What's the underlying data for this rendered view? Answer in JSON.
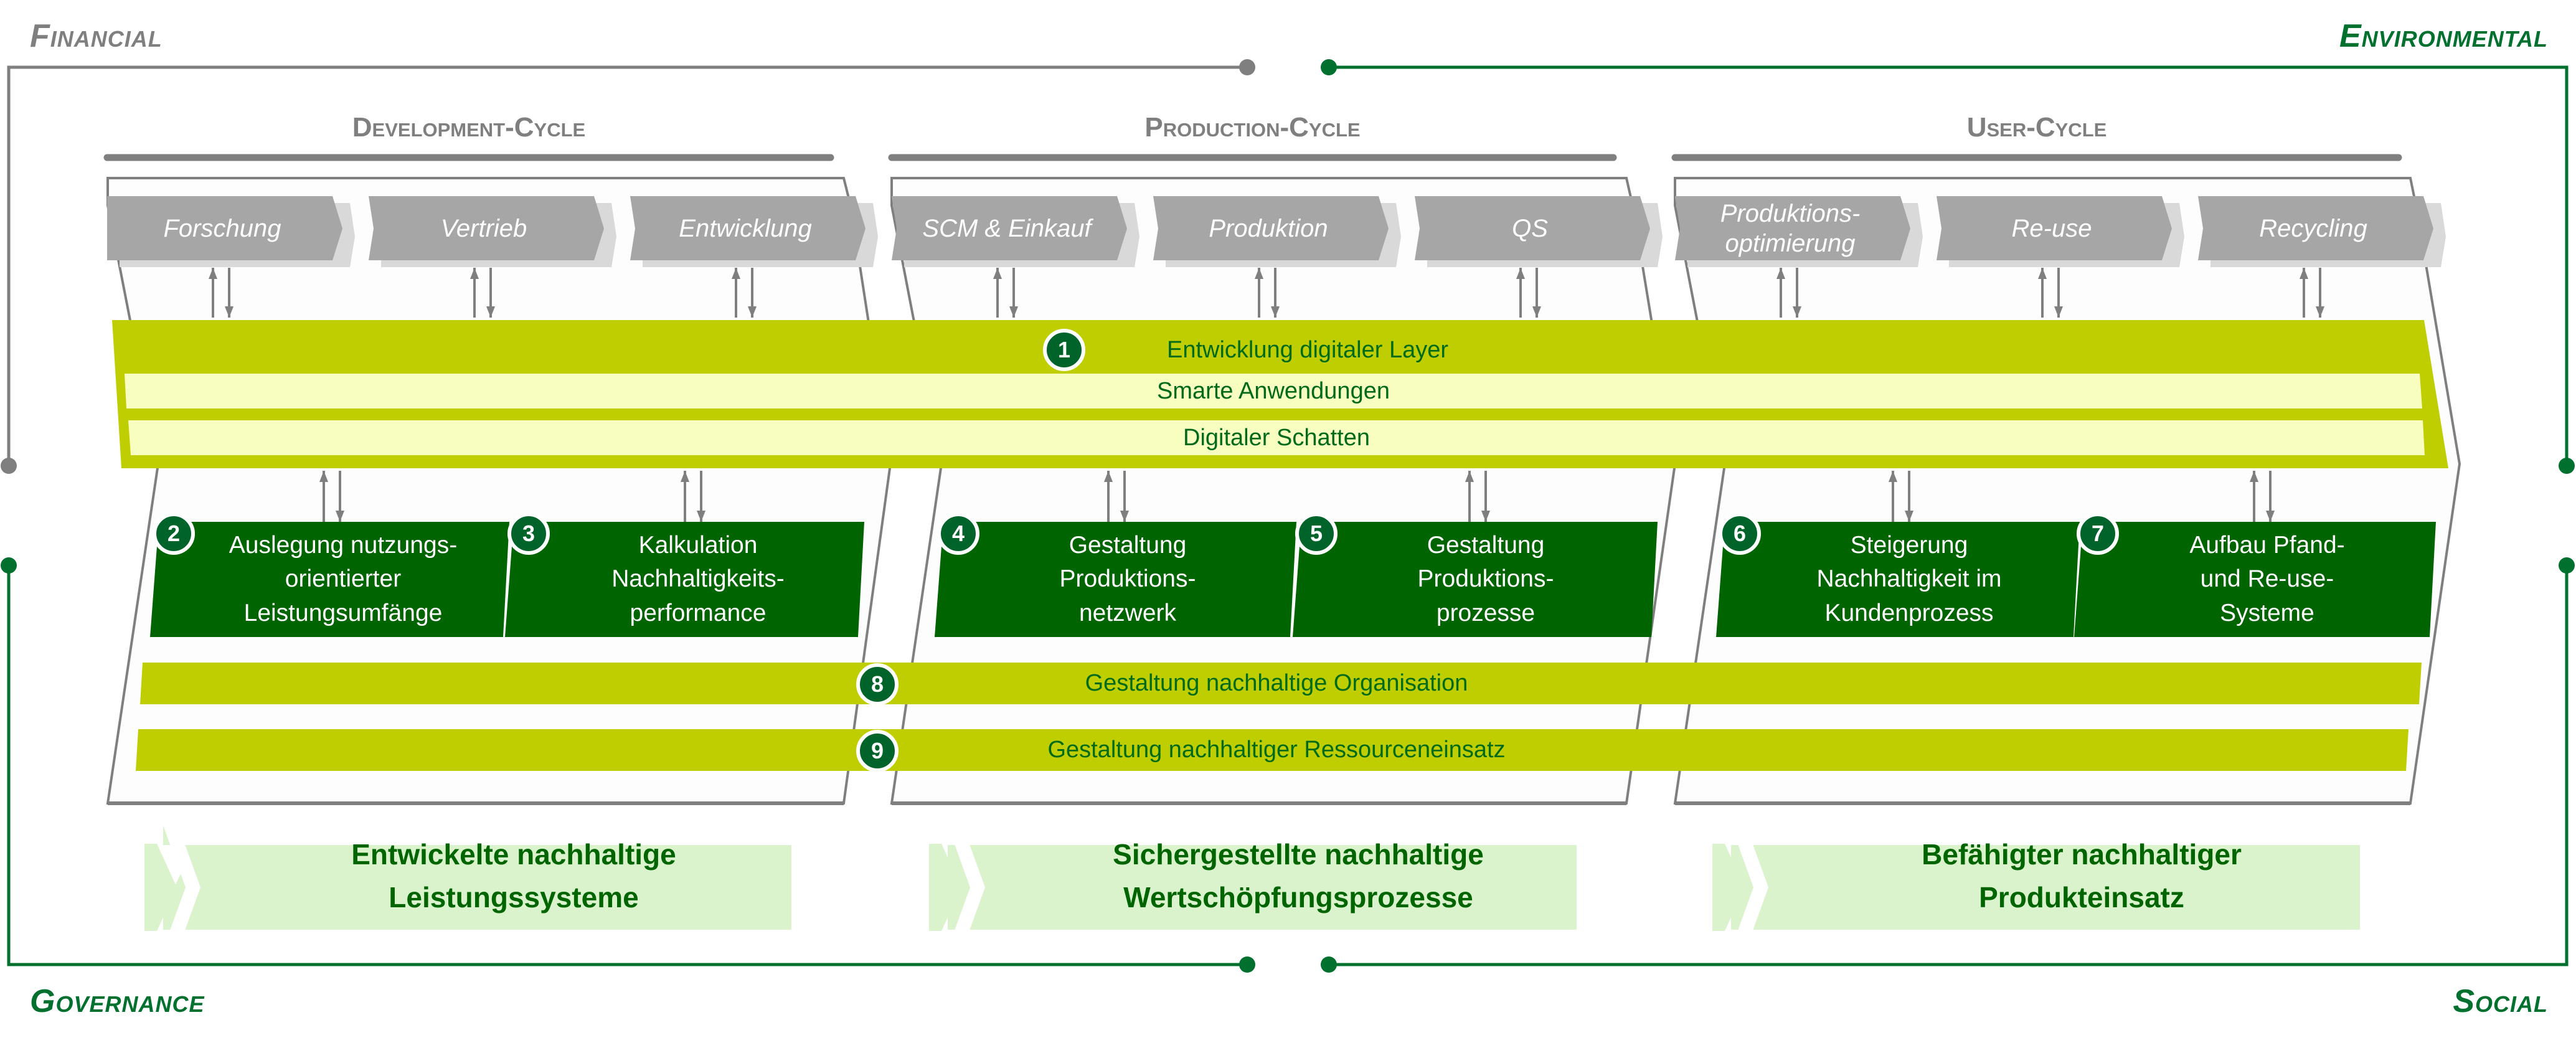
{
  "corners": {
    "top_left": "Financial",
    "top_right": "Environmental",
    "bottom_left": "Governance",
    "bottom_right": "Social"
  },
  "colors": {
    "gray": "#7f7f7f",
    "dark_green": "#00642a",
    "box_green": "#006400",
    "lime": "#bfce00",
    "pale_yellow": "#f8fdc0",
    "result_bg": "#daf3cc",
    "step_gray": "#a6a6a6",
    "step_shadow": "#d9d9d9"
  },
  "cycles": [
    {
      "title": "Development-Cycle",
      "steps": [
        "Forschung",
        "Vertrieb",
        "Entwicklung"
      ]
    },
    {
      "title": "Production-Cycle",
      "steps": [
        "SCM & Einkauf",
        "Produktion",
        "QS"
      ]
    },
    {
      "title": "User-Cycle",
      "steps": [
        "Produktions-\noptimierung",
        "Re-use",
        "Recycling"
      ]
    }
  ],
  "layer": {
    "number": "1",
    "title": "Entwicklung digitaler Layer",
    "sub1": "Smarte Anwendungen",
    "sub2": "Digitaler Schatten"
  },
  "boxes": [
    {
      "number": "2",
      "text": "Auslegung nutzungs-\norientierter\nLeistungsumfänge"
    },
    {
      "number": "3",
      "text": "Kalkulation\nNachhaltigkeits-\nperformance"
    },
    {
      "number": "4",
      "text": "Gestaltung\nProduktions-\nnetzwerk"
    },
    {
      "number": "5",
      "text": "Gestaltung\nProduktions-\nprozesse"
    },
    {
      "number": "6",
      "text": "Steigerung\nNachhaltigkeit im\nKundenprozess"
    },
    {
      "number": "7",
      "text": "Aufbau Pfand-\nund Re-use-\nSysteme"
    }
  ],
  "bands": [
    {
      "number": "8",
      "text": "Gestaltung nachhaltige Organisation"
    },
    {
      "number": "9",
      "text": "Gestaltung nachhaltiger Ressourceneinsatz"
    }
  ],
  "results": [
    {
      "text": "Entwickelte nachhaltige\nLeistungssysteme"
    },
    {
      "text": "Sichergestellte nachhaltige\nWertschöpfungsprozesse"
    },
    {
      "text": "Befähigter nachhaltiger\nProdukteinsatz"
    }
  ]
}
